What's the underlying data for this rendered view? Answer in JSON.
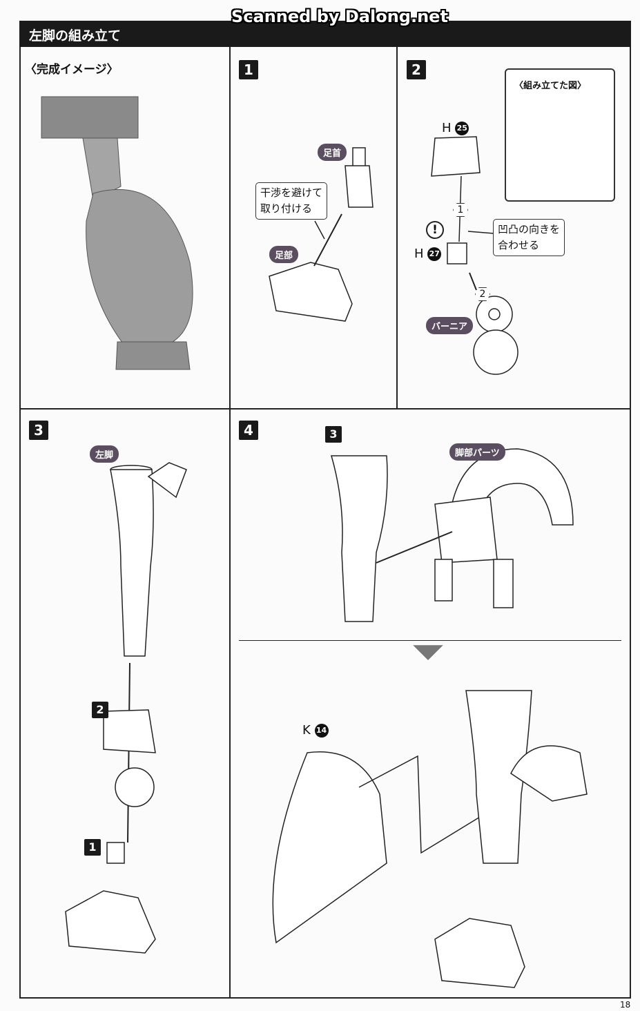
{
  "watermark": "Scanned by Dalong.net",
  "header": {
    "title": "左脚の組み立て"
  },
  "panels": {
    "complete": {
      "title": "〈完成イメージ〉"
    },
    "step1": {
      "number": "1",
      "labels": {
        "ankle": "足首",
        "foot": "足部"
      },
      "callout_line1": "干渉を避けて",
      "callout_line2": "取り付ける"
    },
    "step2": {
      "number": "2",
      "inset_title": "〈組み立てた図〉",
      "part_a_letter": "H",
      "part_a_num": "25",
      "part_b_letter": "H",
      "part_b_num": "27",
      "order1": "1",
      "order2": "2",
      "warning": "!",
      "callout_line1": "凹凸の向きを",
      "callout_line2": "合わせる",
      "thruster": "バーニア"
    },
    "step3": {
      "number": "3",
      "label": "左脚",
      "sub2": "2",
      "sub1": "1"
    },
    "step4": {
      "number": "4",
      "sub3": "3",
      "label": "脚部パーツ",
      "part_letter": "K",
      "part_num": "14"
    }
  },
  "page_number": "18"
}
